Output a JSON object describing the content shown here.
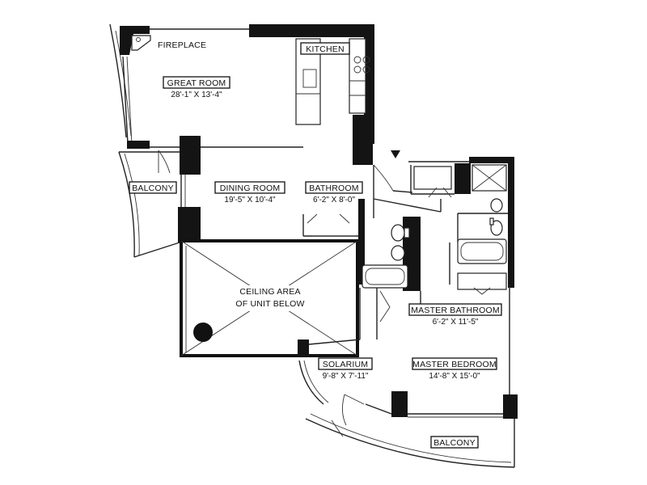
{
  "rooms": {
    "fireplace": "FIREPLACE",
    "kitchen": "KITCHEN",
    "great_room": {
      "name": "GREAT ROOM",
      "dims": "28'-1\" X 13'-4\""
    },
    "balcony_west": "BALCONY",
    "dining_room": {
      "name": "DINING ROOM",
      "dims": "19'-5\" X 10'-4\""
    },
    "bathroom": {
      "name": "BATHROOM",
      "dims": "6'-2\" X 8'-0\""
    },
    "ceiling_area": {
      "line1": "CEILING AREA",
      "line2": "OF UNIT BELOW"
    },
    "master_bathroom": {
      "name": "MASTER BATHROOM",
      "dims": "6'-2\" X 11'-5\""
    },
    "solarium": {
      "name": "SOLARIUM",
      "dims": "9'-8\" X 7'-11\""
    },
    "master_bedroom": {
      "name": "MASTER BEDROOM",
      "dims": "14'-8\" X 15'-0\""
    },
    "balcony_south": "BALCONY"
  },
  "icons": {
    "entry": "entry-arrow-icon",
    "marker": "circle-marker-icon"
  }
}
